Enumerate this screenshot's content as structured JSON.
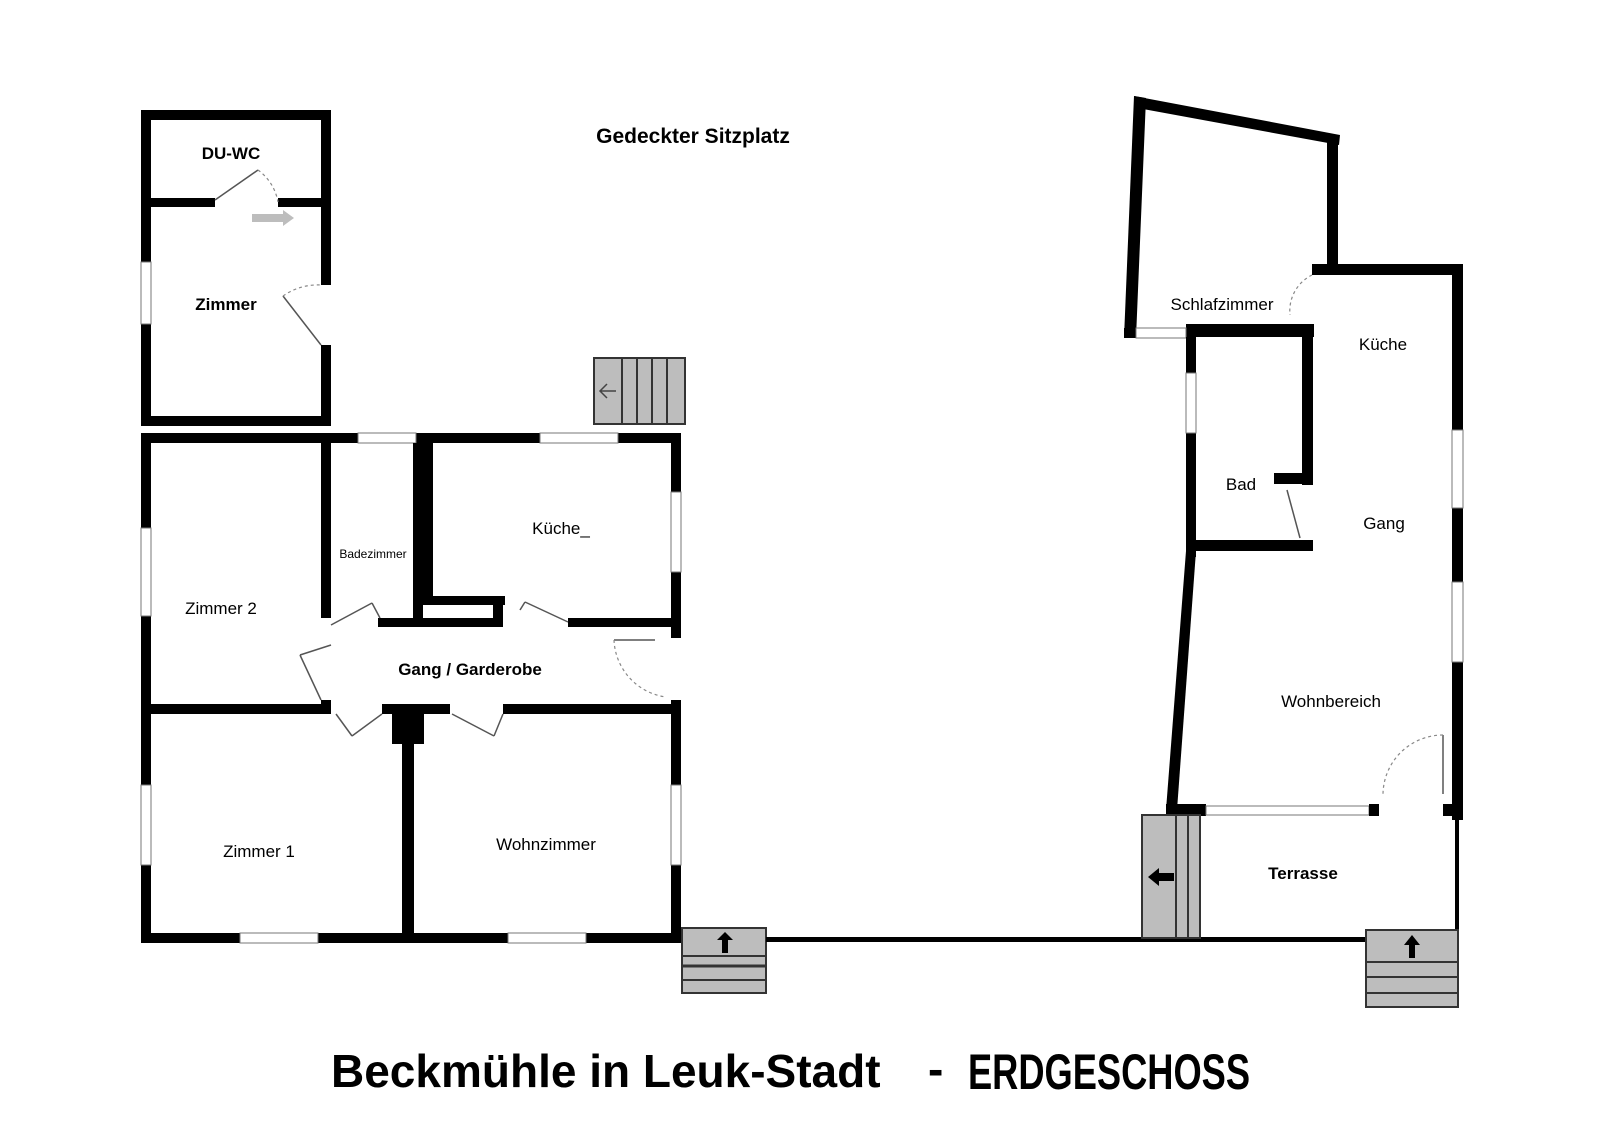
{
  "plan": {
    "rooms": {
      "du_wc": "DU-WC",
      "zimmer_top": "Zimmer",
      "zimmer2": "Zimmer 2",
      "badezimmer": "Badezimmer",
      "kueche_left": "Küche_",
      "gang_garderobe": "Gang / Garderobe",
      "zimmer1": "Zimmer 1",
      "wohnzimmer": "Wohnzimmer",
      "schlafzimmer": "Schlafzimmer",
      "kueche_right": "Küche",
      "bad": "Bad",
      "gang": "Gang",
      "wohnbereich": "Wohnbereich",
      "terrasse": "Terrasse"
    },
    "outdoor_label": "Gedeckter Sitzplatz"
  },
  "title": {
    "main": "Beckmühle in Leuk-Stadt",
    "separator": "-",
    "floor": "ERDGESCHOSS"
  }
}
